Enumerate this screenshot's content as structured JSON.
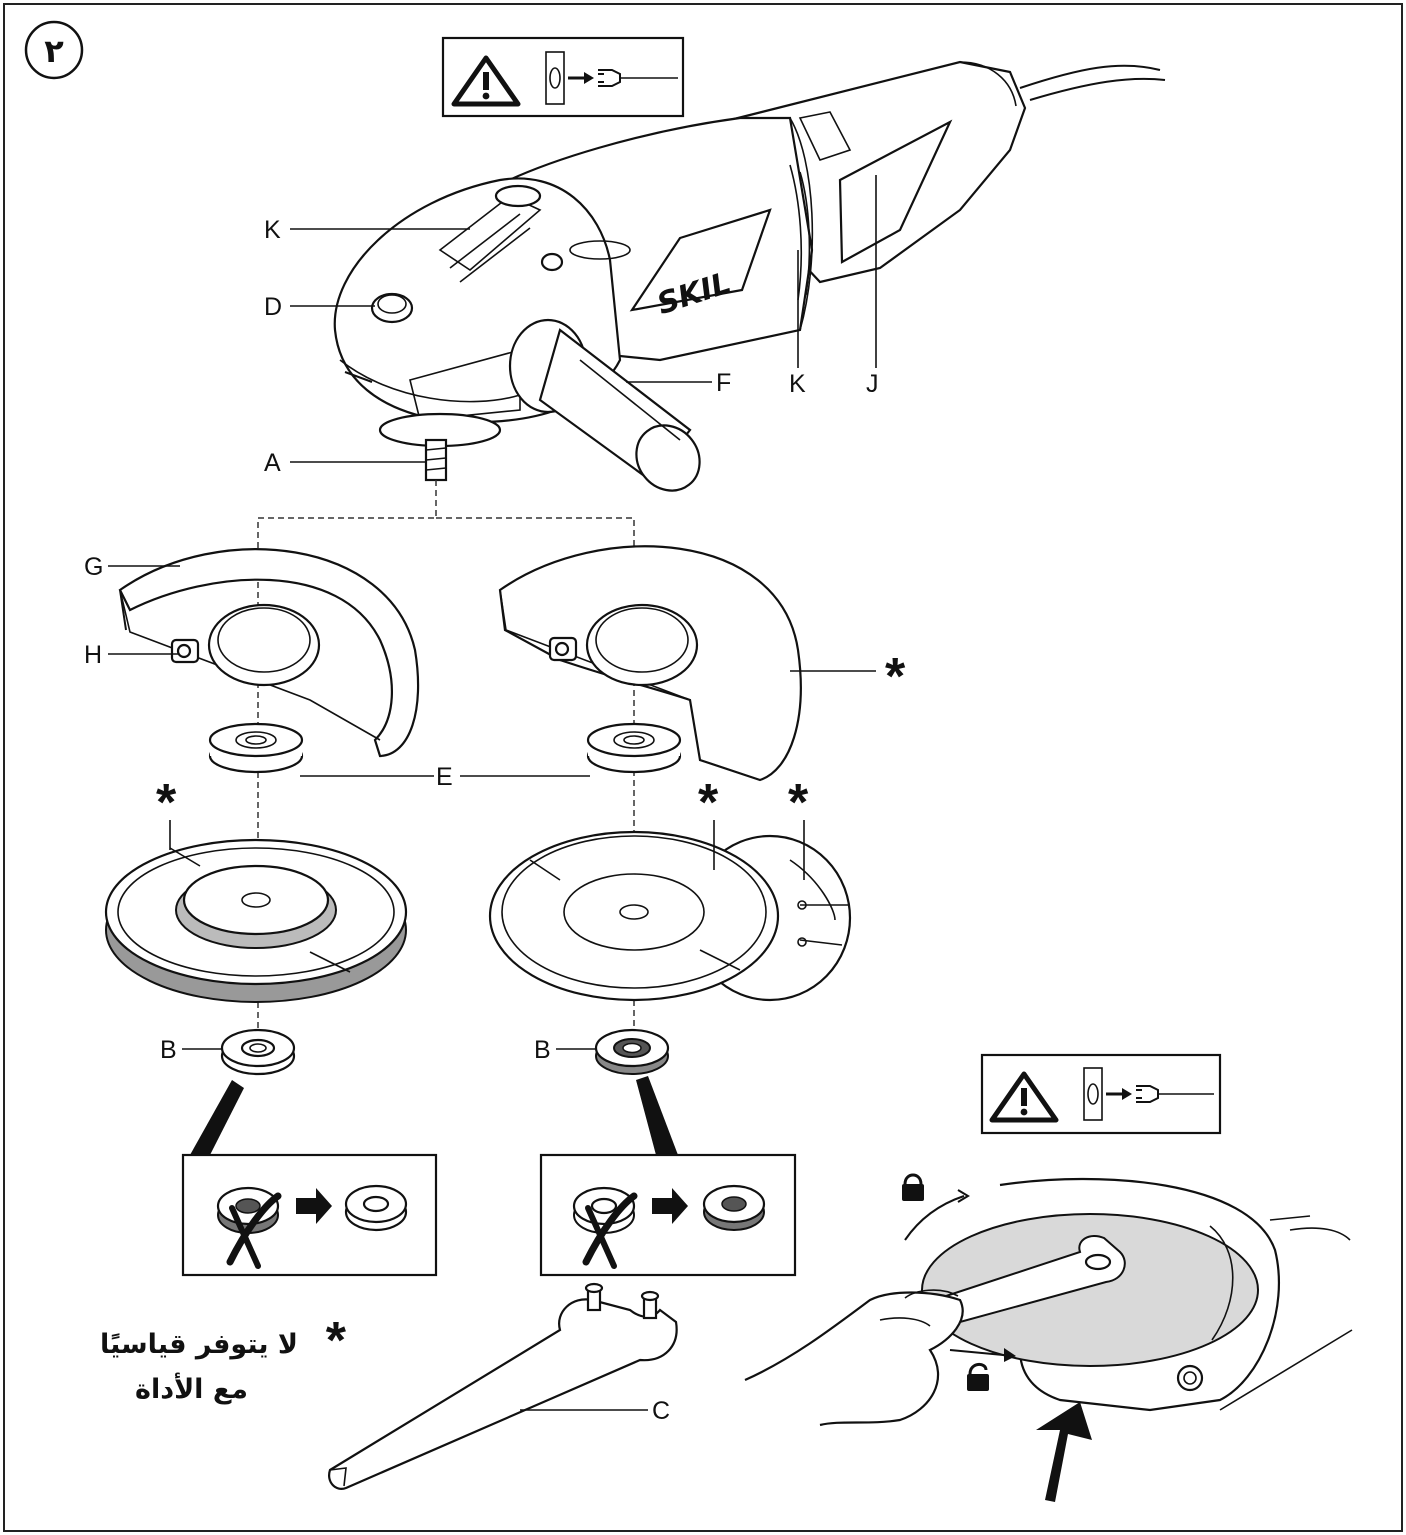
{
  "figure_number": "٢",
  "labels": {
    "k_top": "K",
    "d": "D",
    "a": "A",
    "f": "F",
    "k_side": "K",
    "j": "J",
    "g": "G",
    "h": "H",
    "e": "E",
    "b_left": "B",
    "b_right": "B",
    "c": "C"
  },
  "logo_text": "SKIL",
  "asterisk": "*",
  "footnote": {
    "line1": "لا يتوفر قياسيًا",
    "line2": "مع الأداة"
  },
  "icons": {
    "warning": "warning-triangle-icon",
    "unplug": "unplug-from-socket-icon",
    "lock": "padlock-closed-icon",
    "unlock": "padlock-open-icon",
    "wrong": "cross-mark-icon",
    "arrow": "right-arrow-icon"
  }
}
